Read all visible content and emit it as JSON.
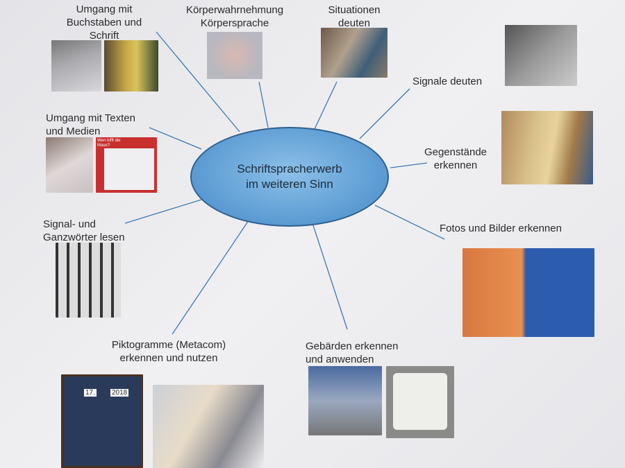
{
  "center": {
    "line1": "Schriftspracherwerb",
    "line2": "im weiteren Sinn"
  },
  "branches": [
    {
      "l1": "Umgang mit",
      "l2": "Buchstaben und",
      "l3": "Schrift"
    },
    {
      "l1": "Körperwahrnehmung",
      "l2": "Körpersprache"
    },
    {
      "l1": "Situationen",
      "l2": "deuten"
    },
    {
      "l1": "Signale deuten"
    },
    {
      "l1": "Gegenstände",
      "l2": "erkennen"
    },
    {
      "l1": "Fotos und Bilder erkennen"
    },
    {
      "l1": "Gebärden erkennen",
      "l2": "und anwenden"
    },
    {
      "l1": "Piktogramme (Metacom)",
      "l2": "erkennen und nutzen"
    },
    {
      "l1": "Signal- und",
      "l2": "Ganzwörter lesen"
    },
    {
      "l1": "Umgang mit Texten",
      "l2": "und Medien"
    }
  ],
  "photo_text": {
    "book_title": "Wen trifft die Maus?",
    "date_day": "17.",
    "date_year": "2018"
  },
  "colors": {
    "ellipse": "#5a9ad2",
    "line": "#3f78b0",
    "paper": "#ececef"
  }
}
